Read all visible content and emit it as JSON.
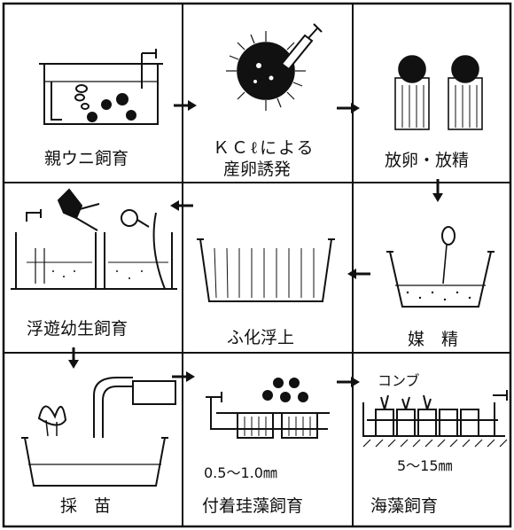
{
  "steps": [
    {
      "id": "parent",
      "label": "親ウニ飼育",
      "icon": "aquarium-tank-icon"
    },
    {
      "id": "kcl",
      "label_line1": "ＫＣℓによる",
      "label_line2": "産卵誘発",
      "icon": "syringe-urchin-icon"
    },
    {
      "id": "spawn",
      "label": "放卵・放精",
      "icon": "spawning-urchin-icon"
    },
    {
      "id": "fertilize",
      "label": "媒　精",
      "icon": "fertilization-tank-icon"
    },
    {
      "id": "hatch",
      "label": "ふ化浮上",
      "icon": "hatching-tank-icon"
    },
    {
      "id": "larval",
      "label": "浮遊幼生飼育",
      "icon": "larval-rearing-tank-icon"
    },
    {
      "id": "collect",
      "label": "採　苗",
      "icon": "seed-collection-tank-icon"
    },
    {
      "id": "diatom",
      "label": "付着珪藻飼育",
      "size": "0.5〜1.0㎜",
      "icon": "diatom-culture-tank-icon"
    },
    {
      "id": "seaweed",
      "label": "海藻飼育",
      "size": "5〜15㎜",
      "kelp": "コンブ",
      "icon": "seaweed-culture-tank-icon"
    }
  ],
  "colors": {
    "ink": "#111111",
    "paper": "#ffffff"
  }
}
